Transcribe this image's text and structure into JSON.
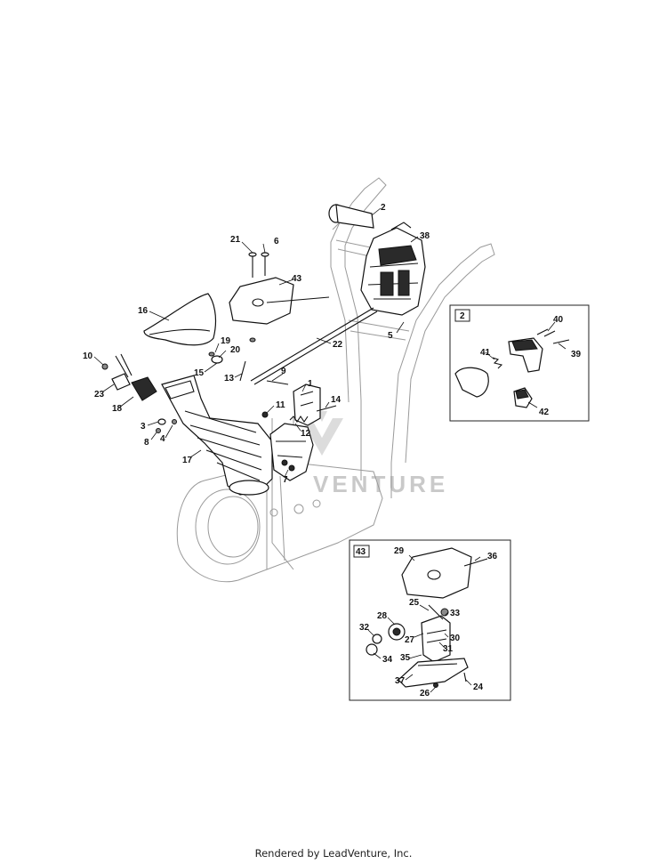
{
  "watermark": "VENTURE",
  "footer": "Rendered by LeadVenture, Inc.",
  "insets": [
    {
      "tag": "2",
      "callouts": [
        "40",
        "41",
        "39",
        "42"
      ]
    },
    {
      "tag": "43",
      "callouts": [
        "29",
        "36",
        "25",
        "33",
        "28",
        "27",
        "30",
        "32",
        "31",
        "35",
        "34",
        "37",
        "26",
        "24"
      ]
    }
  ],
  "callouts": {
    "c1": "1",
    "c2": "2",
    "c3": "3",
    "c4": "4",
    "c5": "5",
    "c6": "6",
    "c7": "7",
    "c8": "8",
    "c9": "9",
    "c10": "10",
    "c11": "11",
    "c12": "12",
    "c13": "13",
    "c14": "14",
    "c15": "15",
    "c16": "16",
    "c17": "17",
    "c18": "18",
    "c19": "19",
    "c20": "20",
    "c21": "21",
    "c22": "22",
    "c23": "23",
    "c24": "24",
    "c25": "25",
    "c26": "26",
    "c27": "27",
    "c28": "28",
    "c29": "29",
    "c30": "30",
    "c31": "31",
    "c32": "32",
    "c33": "33",
    "c34": "34",
    "c35": "35",
    "c36": "36",
    "c37": "37",
    "c38": "38",
    "c39": "39",
    "c40": "40",
    "c41": "41",
    "c42": "42",
    "c43": "43"
  }
}
